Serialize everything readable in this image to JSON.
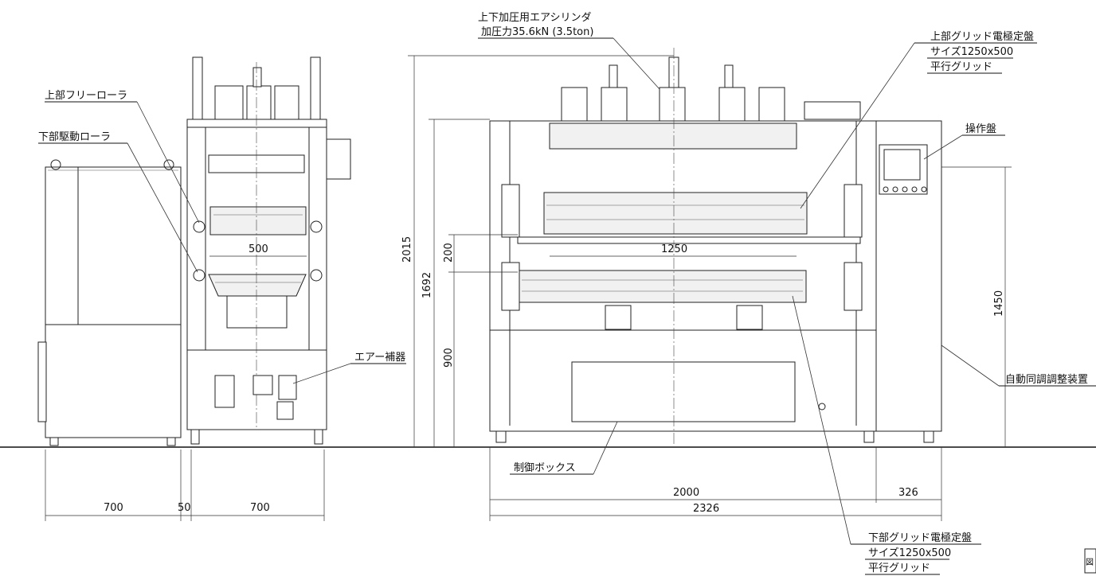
{
  "callouts": {
    "cylinder_line1": "上下加圧用エアシリンダ",
    "cylinder_line2": "加圧力35.6kN (3.5ton)",
    "upper_free_roller": "上部フリーローラ",
    "lower_drive_roller": "下部駆動ローラ",
    "upper_platen_line1": "上部グリッド電極定盤",
    "upper_platen_line2": "サイズ1250x500",
    "upper_platen_line3": "平行グリッド",
    "operation_panel": "操作盤",
    "air_unit": "エアー補器",
    "auto_sync_device": "自動同調調整装置",
    "control_box": "制御ボックス",
    "lower_platen_line1": "下部グリッド電極定盤",
    "lower_platen_line2": "サイズ1250x500",
    "lower_platen_line3": "平行グリッド"
  },
  "dimensions": {
    "side_width_500": "500",
    "cabinet_700": "700",
    "gap_50": "50",
    "side_700": "700",
    "height_2015": "2015",
    "height_1692": "1692",
    "height_200": "200",
    "height_900": "900",
    "width_1250": "1250",
    "height_1450": "1450",
    "width_2000": "2000",
    "width_326": "326",
    "width_2326": "2326"
  },
  "corner_mark": "図"
}
